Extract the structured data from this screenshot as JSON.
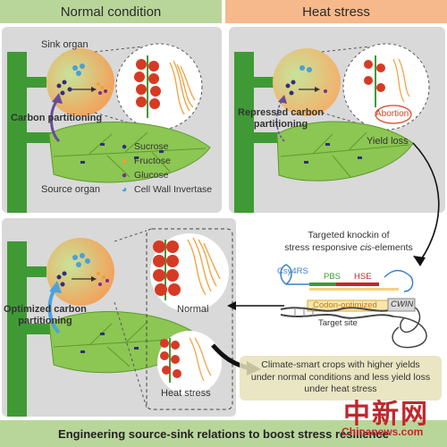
{
  "headers": {
    "normal": "Normal condition",
    "heat": "Heat stress"
  },
  "normal_panel": {
    "sink_label": "Sink organ",
    "carbon_label": "Carbon partitioning",
    "source_label": "Source organ"
  },
  "legend": [
    {
      "label": "Sucrose",
      "color": "#2f2f7a",
      "icon": "sucrose-dot-icon"
    },
    {
      "label": "Fructose",
      "color": "#f0a03a",
      "icon": "fructose-dot-icon"
    },
    {
      "label": "Glucose",
      "color": "#7a2f8a",
      "icon": "glucose-dot-icon"
    },
    {
      "label": "Cell Wall Invertase",
      "color": "#4a9fd8",
      "icon": "invertase-icon"
    }
  ],
  "heat_panel": {
    "repressed_line1": "Repressed carbon",
    "repressed_line2": "partitioning",
    "abortion_label": "Abortion",
    "yield_loss": "Yield loss"
  },
  "engineering": {
    "knockin_line1": "Targeted knockin of",
    "knockin_line2a": "stress responsive ",
    "knockin_line2b": "cis",
    "knockin_line2c": "-elements",
    "csy4rs": "Csy4RS",
    "pbs": "PBS",
    "hse": "HSE",
    "codon": "Codon-optimized",
    "cwin": "CWIN",
    "target_site": "Target site"
  },
  "bottom_panel": {
    "optimized_line1": "Optimized carbon",
    "optimized_line2": "partitioning",
    "normal_label": "Normal",
    "heat_label": "Heat stress",
    "result_line1": "Climate-smart crops with higher yields",
    "result_line2": "under normal conditions and less yield loss",
    "result_line3": "under heat stress"
  },
  "footer": "Engineering source-sink relations to boost stress resilience",
  "watermark": {
    "text": "中新网",
    "url": "Chinanews.com"
  },
  "colors": {
    "green_header": "#b9d69a",
    "orange_header": "#f6b98c",
    "plant_green": "#3f9a35",
    "leaf_green": "#8cc653",
    "tomato_red": "#d73a24",
    "abortion_red": "#d9431e"
  }
}
